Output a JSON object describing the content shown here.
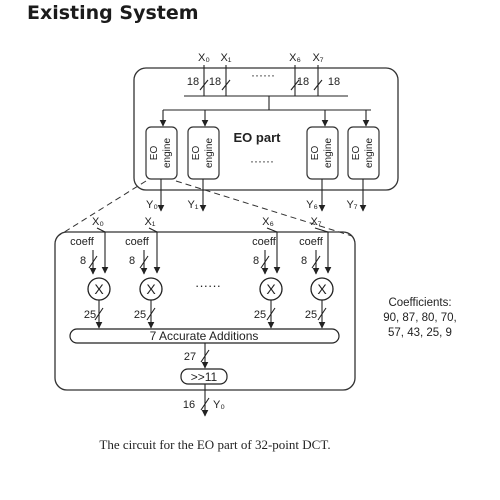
{
  "header": {
    "title": "Existing System"
  },
  "diagram": {
    "top_block_title": "EO part",
    "top_inputs": [
      "X₀",
      "X₁",
      "······",
      "X₆",
      "X₇"
    ],
    "top_input_widths": [
      "18",
      "18",
      "18",
      "18"
    ],
    "engine_label_top": "EO",
    "engine_label_bottom": "engine",
    "engine_dots": "······",
    "engine_outputs": [
      "Y₀",
      "Y₁",
      "Y₆",
      "Y₇"
    ],
    "detail_inputs": [
      "X₀",
      "X₁",
      "X₆",
      "X₇"
    ],
    "coeff_label": "coeff",
    "coeff_width": "8",
    "multiplier_symbol": "X",
    "multiplier_dots": "······",
    "product_width": "25",
    "adder_label": "7 Accurate Additions",
    "sum_width": "27",
    "shift_label": ">>11",
    "output_width": "16",
    "output_label": "Y₀"
  },
  "coefficients": {
    "title": "Coefficients:",
    "lines": [
      "90, 87, 80, 70,",
      "57, 43, 25, 9"
    ]
  },
  "caption": "The circuit for the EO part of 32-point DCT."
}
